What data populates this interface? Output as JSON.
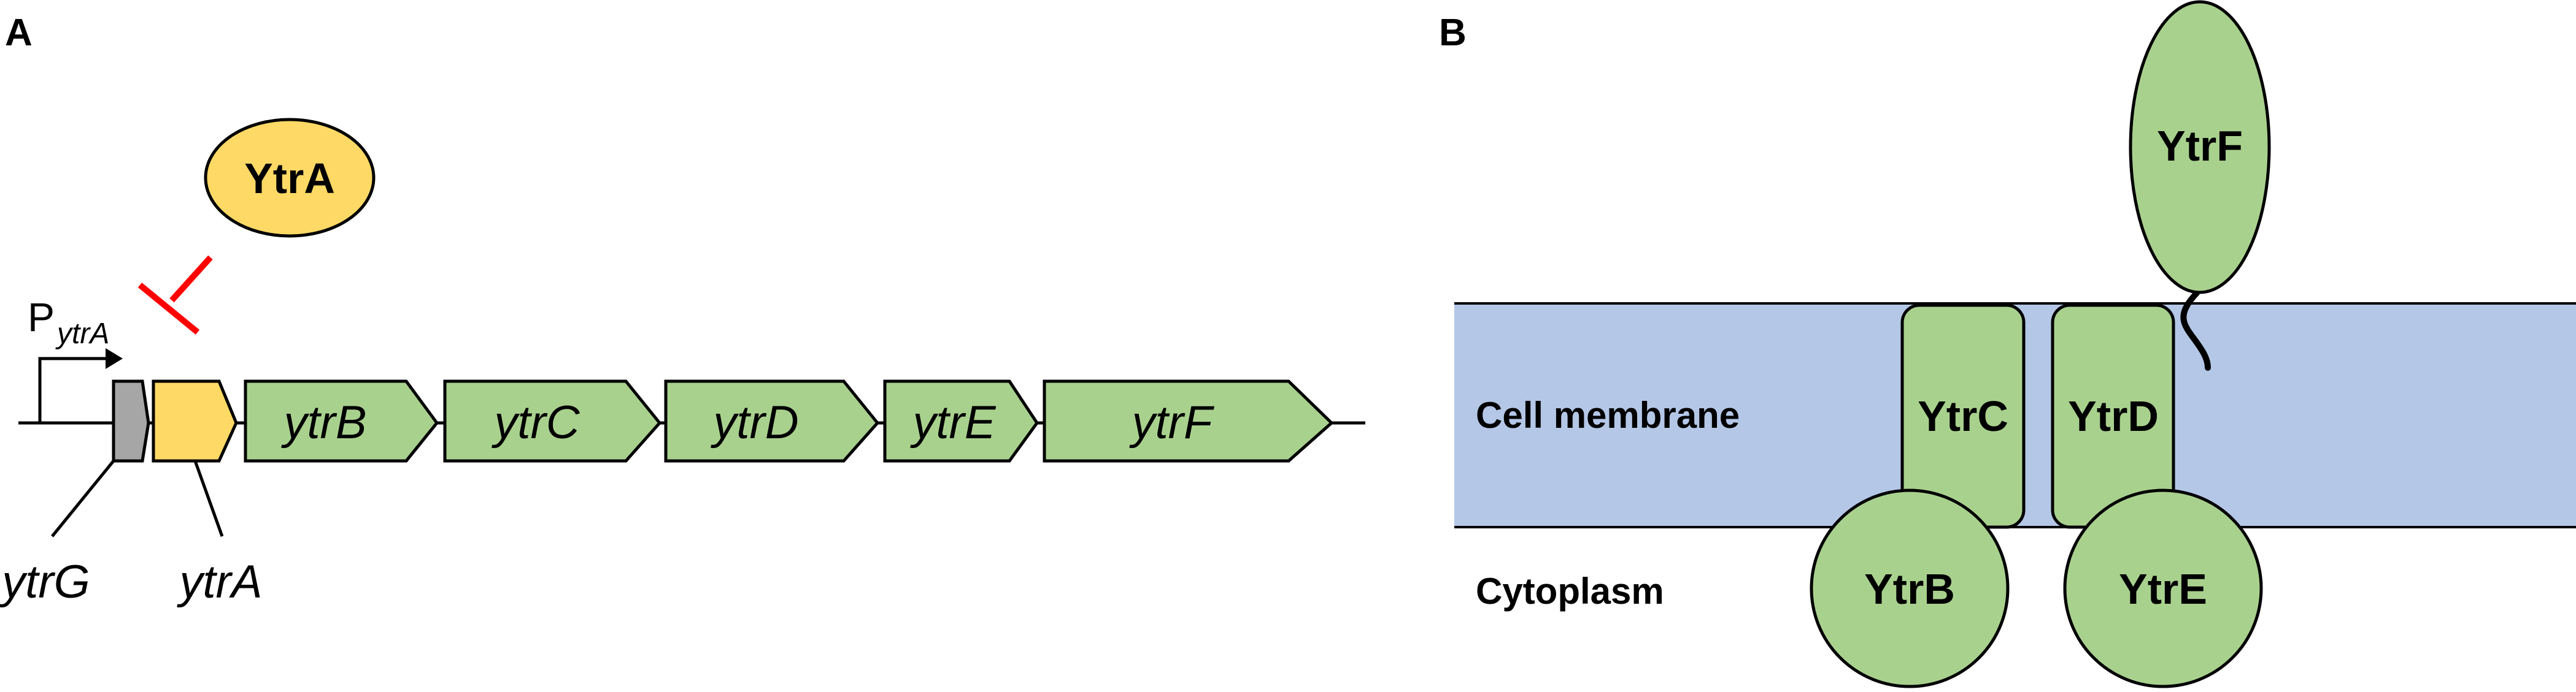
{
  "colors": {
    "gene_green": "#a9d18e",
    "gene_yellow": "#ffd966",
    "gene_gray": "#a6a6a6",
    "membrane_blue": "#b4c7e7",
    "repression_red": "#ff0000",
    "outline": "#000000"
  },
  "panel_a": {
    "letter": "A",
    "repressor": "YtrA",
    "promoter": {
      "base": "P",
      "subscript": "ytrA"
    },
    "genes": {
      "ytrG": "ytrG",
      "ytrA": "ytrA",
      "ytrB": "ytrB",
      "ytrC": "ytrC",
      "ytrD": "ytrD",
      "ytrE": "ytrE",
      "ytrF": "ytrF"
    }
  },
  "panel_b": {
    "letter": "B",
    "regions": {
      "membrane": "Cell membrane",
      "cytoplasm": "Cytoplasm"
    },
    "proteins": {
      "ytrF": "YtrF",
      "ytrC": "YtrC",
      "ytrD": "YtrD",
      "ytrB": "YtrB",
      "ytrE": "YtrE"
    }
  }
}
